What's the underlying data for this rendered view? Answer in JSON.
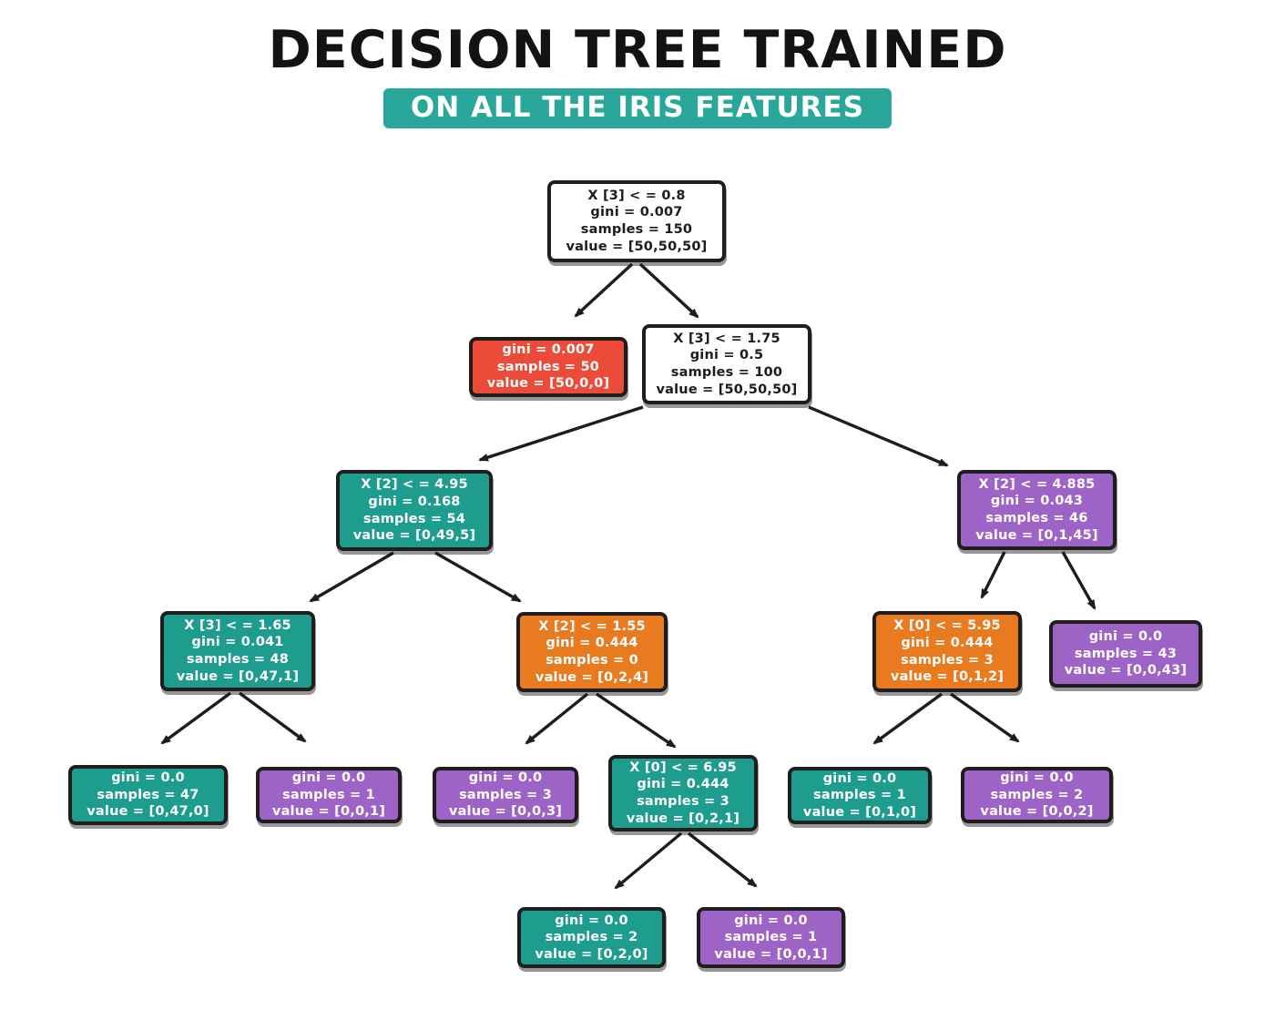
{
  "title": "DECISION TREE TRAINED",
  "subtitle": "ON ALL THE IRIS FEATURES",
  "colors": {
    "teal": "#1e9c8d",
    "purple": "#9e63c6",
    "orange": "#e87a1f",
    "red": "#ec4b3a",
    "white_node": "#ffffff",
    "outline": "#201d1e",
    "subtitle_band": "#29a79a",
    "title_text": "#141213"
  },
  "tree": {
    "nodes": {
      "root": {
        "split": "X [3] < = 0.8",
        "gini": "gini = 0.007",
        "samples": "samples = 150",
        "value": "value = [50,50,50]"
      },
      "setosa": {
        "gini": "gini = 0.007",
        "samples": "samples = 50",
        "value": "value = [50,0,0]"
      },
      "n2": {
        "split": "X [3] < = 1.75",
        "gini": "gini = 0.5",
        "samples": "samples = 100",
        "value": "value = [50,50,50]"
      },
      "n3_left": {
        "split": "X [2] < = 4.95",
        "gini": "gini = 0.168",
        "samples": "samples = 54",
        "value": "value = [0,49,5]"
      },
      "n3_right": {
        "split": "X [2] < = 4.885",
        "gini": "gini = 0.043",
        "samples": "samples = 46",
        "value": "value = [0,1,45]"
      },
      "n4_left": {
        "split": "X [3] < = 1.65",
        "gini": "gini = 0.041",
        "samples": "samples = 48",
        "value": "value = [0,47,1]"
      },
      "n4_mid": {
        "split": "X [2] < = 1.55",
        "gini": "gini = 0.444",
        "samples": "samples = 0",
        "value": "value = [0,2,4]"
      },
      "n4_right": {
        "split": "X [0] < = 5.95",
        "gini": "gini = 0.444",
        "samples": "samples = 3",
        "value": "value = [0,1,2]"
      },
      "leaf_43": {
        "gini": "gini = 0.0",
        "samples": "samples = 43",
        "value": "value = [0,0,43]"
      },
      "leaf_47": {
        "gini": "gini = 0.0",
        "samples": "samples = 47",
        "value": "value = [0,47,0]"
      },
      "leaf_001a": {
        "gini": "gini = 0.0",
        "samples": "samples = 1",
        "value": "value = [0,0,1]"
      },
      "leaf_003": {
        "gini": "gini = 0.0",
        "samples": "samples = 3",
        "value": "value = [0,0,3]"
      },
      "n5": {
        "split": "X [0] < = 6.95",
        "gini": "gini = 0.444",
        "samples": "samples = 3",
        "value": "value = [0,2,1]"
      },
      "leaf_010": {
        "gini": "gini = 0.0",
        "samples": "samples = 1",
        "value": "value = [0,1,0]"
      },
      "leaf_002": {
        "gini": "gini = 0.0",
        "samples": "samples = 2",
        "value": "value = [0,0,2]"
      },
      "leaf_020": {
        "gini": "gini = 0.0",
        "samples": "samples = 2",
        "value": "value = [0,2,0]"
      },
      "leaf_001b": {
        "gini": "gini = 0.0",
        "samples": "samples = 1",
        "value": "value = [0,0,1]"
      }
    }
  }
}
